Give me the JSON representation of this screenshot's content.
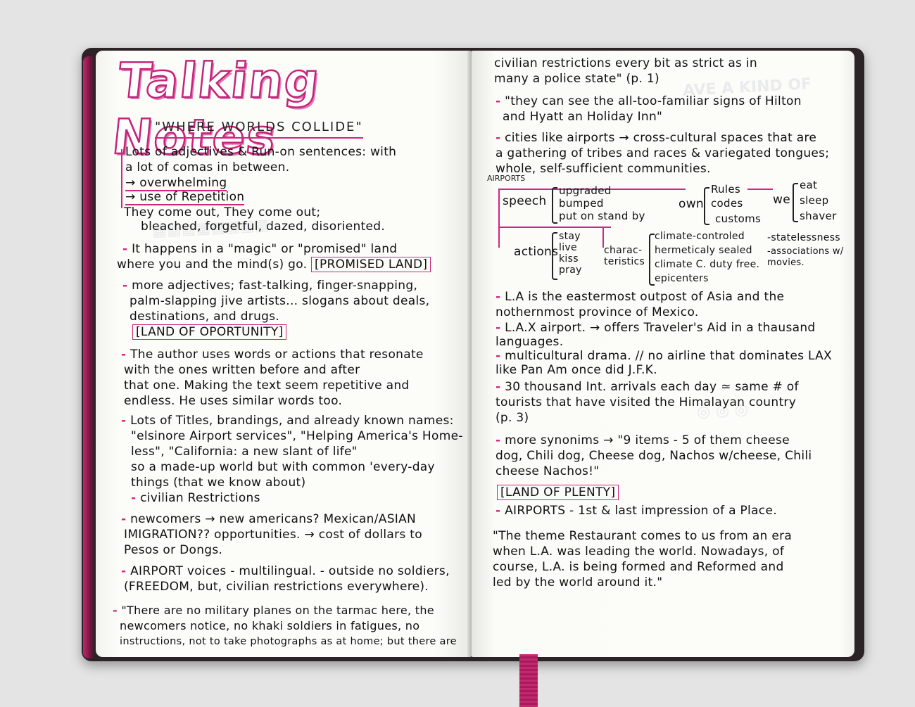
{
  "title": "Talking Notes",
  "subtitle": "\"WHERE WORLDS COLLIDE\"",
  "left": {
    "lines": [
      {
        "text": "Lots of adjectives & Run-on sentences: with"
      },
      {
        "text": "a lot of comas in between."
      },
      {
        "text": "→ overwhelming"
      },
      {
        "text": "→ use of Repetition"
      },
      {
        "text": "They come out,           They come out;"
      },
      {
        "text": "bleached, forgetful, dazed, disoriented."
      },
      {
        "text": "It happens in a \"magic\" or \"promised\" land"
      },
      {
        "text": "where you and the mind(s) go."
      },
      {
        "text": "more adjectives; fast-talking, finger-snapping,"
      },
      {
        "text": "palm-slapping jive artists... slogans about deals,"
      },
      {
        "text": "destinations, and drugs."
      },
      {
        "text": "The author uses words or actions that resonate"
      },
      {
        "text": "with the ones written before and after"
      },
      {
        "text": "that one. Making the text seem repetitive and"
      },
      {
        "text": "endless. He uses similar words too."
      },
      {
        "text": "Lots of Titles, brandings, and already known names:"
      },
      {
        "text": "\"elsinore Airport services\", \"Helping America's Home-"
      },
      {
        "text": "less\", \"California: a new slant of life\""
      },
      {
        "text": "so a made-up world but with common 'every-day"
      },
      {
        "text": "things (that we know about)"
      },
      {
        "text": "civilian Restrictions"
      },
      {
        "text": "newcomers → new americans? Mexican/ASIAN"
      },
      {
        "text": "IMIGRATION?? opportunities. → cost of dollars to"
      },
      {
        "text": "Pesos or Dongs."
      },
      {
        "text": "AIRPORT voices - multilingual. - outside no soldiers,"
      },
      {
        "text": "(FREEDOM, but, civilian restrictions everywhere)."
      },
      {
        "text": "\"There are no military planes on the tarmac here, the"
      },
      {
        "text": "newcomers notice, no khaki soldiers in fatigues, no"
      },
      {
        "text": "instructions, not to take photographs as at home; but there are"
      }
    ],
    "tags": {
      "promised_land": "[PROMISED LAND]",
      "opportunity": "[LAND OF OPORTUNITY]"
    }
  },
  "right": {
    "lines": [
      {
        "text": "civilian restrictions every bit as strict as in"
      },
      {
        "text": "many a police state\" (p. 1)"
      },
      {
        "text": "\"they can see the all-too-familiar signs of Hilton"
      },
      {
        "text": "and Hyatt an Holiday Inn\""
      },
      {
        "text": "cities like airports → cross-cultural spaces that are"
      },
      {
        "text": "a gathering of tribes and races & variegated tongues;"
      },
      {
        "text": "whole, self-sufficient communities."
      },
      {
        "text": "L.A is the eastermost outpost of Asia and the"
      },
      {
        "text": "nothernmost province of Mexico."
      },
      {
        "text": "L.A.X airport. → offers Traveler's Aid in a thausand"
      },
      {
        "text": "languages."
      },
      {
        "text": "multicultural drama. // no airline that dominates LAX"
      },
      {
        "text": "like Pan Am once did J.F.K."
      },
      {
        "text": "30 thousand Int. arrivals each day ≃ same # of"
      },
      {
        "text": "tourists that have visited the Himalayan country"
      },
      {
        "text": "(p. 3)"
      },
      {
        "text": "more synonims → \"9 items - 5 of them cheese"
      },
      {
        "text": "dog, Chili dog, Cheese dog, Nachos w/cheese, Chili"
      },
      {
        "text": "cheese Nachos!\""
      },
      {
        "text": "AIRPORTS - 1st & last impression of a Place."
      },
      {
        "text": "\"The theme Restaurant comes to us from an era"
      },
      {
        "text": "when L.A. was leading the world. Nowadays, of"
      },
      {
        "text": "course, L.A. is being formed and Reformed and"
      },
      {
        "text": "led by the world around it.\""
      }
    ],
    "tag_plenty": "[LAND OF PLENTY]",
    "diagram": {
      "root": "AIRPORTS",
      "speech": "speech",
      "speech_items": [
        "upgraded",
        "bumped",
        "put on stand by"
      ],
      "own": "own",
      "own_items": [
        "Rules",
        "codes",
        "customs"
      ],
      "we": "we",
      "we_items": [
        "eat",
        "sleep",
        "shaver"
      ],
      "actions": "actions",
      "action_items": [
        "stay",
        "live",
        "kiss",
        "pray"
      ],
      "characteristics": "charac-teristics",
      "char_items": [
        "climate-controled",
        "hermeticaly sealed",
        "climate C. duty free.",
        "epicenters"
      ],
      "extra_items": [
        "-statelessness",
        "-associations w/ movies."
      ]
    }
  }
}
